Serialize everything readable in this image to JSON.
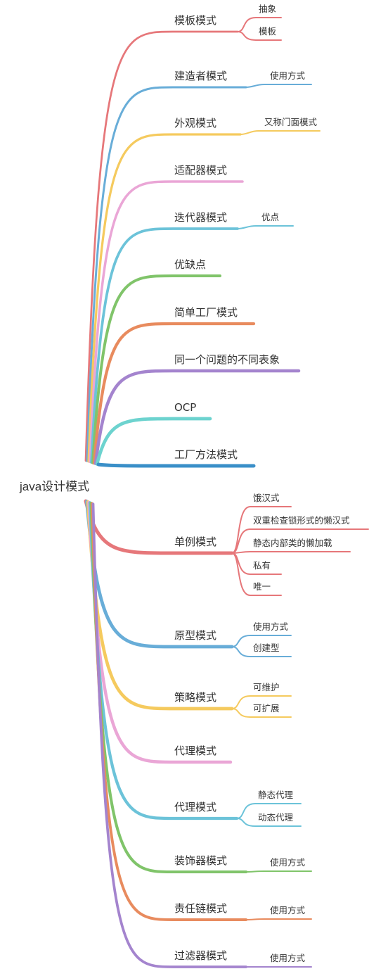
{
  "root": {
    "label": "java设计模式"
  },
  "branches": [
    {
      "label": "模板模式",
      "color": "#e6777a",
      "children": [
        "抽象",
        "模板"
      ]
    },
    {
      "label": "建造者模式",
      "color": "#68add8",
      "children": [
        "使用方式"
      ]
    },
    {
      "label": "外观模式",
      "color": "#f5ca5e",
      "children": [
        "又称门面模式"
      ]
    },
    {
      "label": "适配器模式",
      "color": "#eaa6d6",
      "children": []
    },
    {
      "label": "迭代器模式",
      "color": "#6cc3d9",
      "children": [
        "优点"
      ]
    },
    {
      "label": "优缺点",
      "color": "#80c46a",
      "children": []
    },
    {
      "label": "简单工厂模式",
      "color": "#e88b5e",
      "children": []
    },
    {
      "label": "同一个问题的不同表象",
      "color": "#a484ce",
      "children": []
    },
    {
      "label": "OCP",
      "color": "#6dd3cf",
      "children": []
    },
    {
      "label": "工厂方法模式",
      "color": "#3a8fc8",
      "children": []
    },
    {
      "label": "单例模式",
      "color": "#e6777a",
      "children": [
        "饿汉式",
        "双重检查锁形式的懒汉式",
        "静态内部类的懒加载",
        "私有",
        "唯一"
      ]
    },
    {
      "label": "原型模式",
      "color": "#68add8",
      "children": [
        "使用方式",
        "创建型"
      ]
    },
    {
      "label": "策略模式",
      "color": "#f5ca5e",
      "children": [
        "可维护",
        "可扩展"
      ]
    },
    {
      "label": "代理模式",
      "color": "#eaa6d6",
      "children": []
    },
    {
      "label": "代理模式",
      "color": "#6cc3d9",
      "children": [
        "静态代理",
        "动态代理"
      ]
    },
    {
      "label": "装饰器模式",
      "color": "#80c46a",
      "children": [
        "使用方式"
      ]
    },
    {
      "label": "责任链模式",
      "color": "#e88b5e",
      "children": [
        "使用方式"
      ]
    },
    {
      "label": "过滤器模式",
      "color": "#a484ce",
      "children": [
        "使用方式"
      ]
    }
  ]
}
